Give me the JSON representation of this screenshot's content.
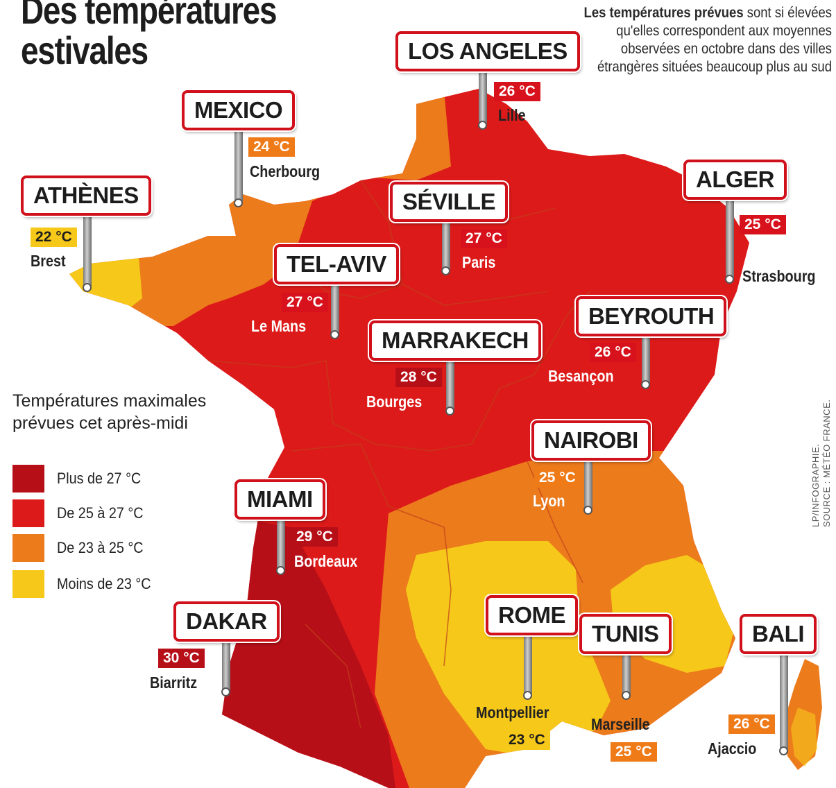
{
  "title_line1": "Des températures",
  "title_line2": "estivales",
  "intro": {
    "bold": "Les températures prévues",
    "rest": " sont si élevées qu'elles correspondent aux moyennes observées en octobre dans des villes étrangères situées beaucoup plus au sud"
  },
  "credits": {
    "line1": "LP/INFOGRAPHIE.",
    "line2": "SOURCE : MÉTÉO FRANCE."
  },
  "legend": {
    "title": "Températures maximales prévues cet après-midi",
    "items": [
      {
        "label": "Plus de 27 °C",
        "color": "#b70f18"
      },
      {
        "label": "De 25 à 27 °C",
        "color": "#dd1a1a"
      },
      {
        "label": "De 23 à 25 °C",
        "color": "#ec7b1c"
      },
      {
        "label": "Moins de 23 °C",
        "color": "#f6c81a"
      }
    ]
  },
  "pins": [
    {
      "sign": "LOS ANGELES",
      "temp": "26 °C",
      "city": "Lille",
      "level": "red"
    },
    {
      "sign": "MEXICO",
      "temp": "24 °C",
      "city": "Cherbourg",
      "level": "orange"
    },
    {
      "sign": "ATHÈNES",
      "temp": "22 °C",
      "city": "Brest",
      "level": "yellow"
    },
    {
      "sign": "SÉVILLE",
      "temp": "27 °C",
      "city": "Paris",
      "level": "red"
    },
    {
      "sign": "ALGER",
      "temp": "25 °C",
      "city": "Strasbourg",
      "level": "red"
    },
    {
      "sign": "TEL-AVIV",
      "temp": "27 °C",
      "city": "Le Mans",
      "level": "red"
    },
    {
      "sign": "MARRAKECH",
      "temp": "28 °C",
      "city": "Bourges",
      "level": "dark"
    },
    {
      "sign": "BEYROUTH",
      "temp": "26 °C",
      "city": "Besançon",
      "level": "red"
    },
    {
      "sign": "NAIROBI",
      "temp": "25 °C",
      "city": "Lyon",
      "level": "orange"
    },
    {
      "sign": "MIAMI",
      "temp": "29 °C",
      "city": "Bordeaux",
      "level": "dark"
    },
    {
      "sign": "DAKAR",
      "temp": "30 °C",
      "city": "Biarritz",
      "level": "dark"
    },
    {
      "sign": "ROME",
      "temp": "23 °C",
      "city": "Montpellier",
      "level": "yellow"
    },
    {
      "sign": "TUNIS",
      "temp": "25 °C",
      "city": "Marseille",
      "level": "orange"
    },
    {
      "sign": "BALI",
      "temp": "26 °C",
      "city": "Ajaccio",
      "level": "orange"
    }
  ],
  "zone_colors": {
    "dark": "#b70f18",
    "red": "#dd1a1a",
    "orange": "#ec7b1c",
    "yellow": "#f6c81a"
  }
}
